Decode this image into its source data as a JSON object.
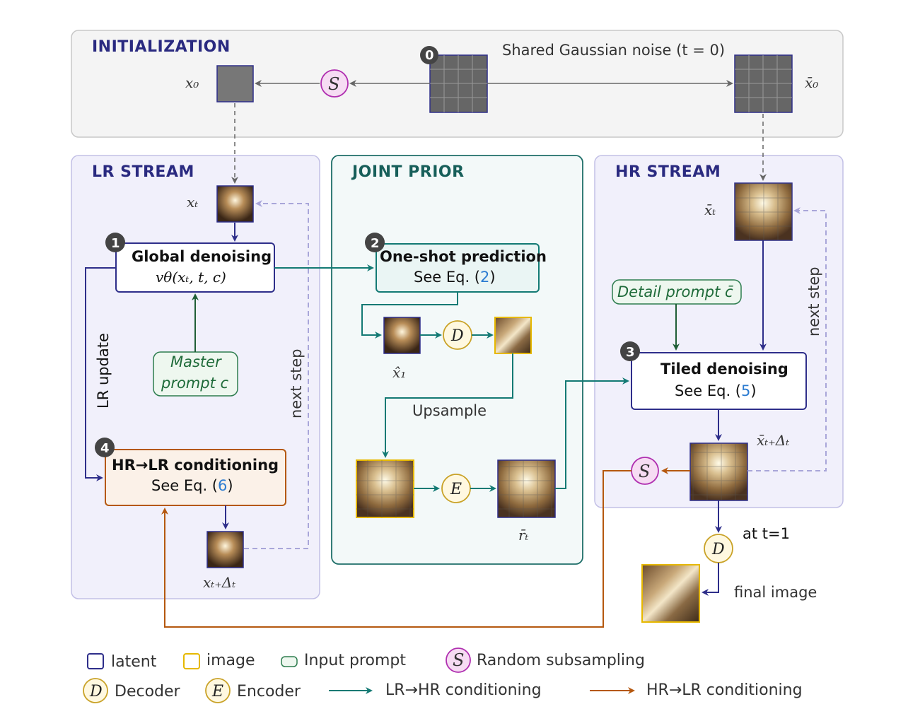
{
  "sections": {
    "init": "INITIALIZATION",
    "lr": "LR STREAM",
    "joint": "JOINT PRIOR",
    "hr": "HR STREAM"
  },
  "init": {
    "noise_label": "Shared Gaussian noise (t = 0)",
    "x0": "x₀",
    "xbar0": "x̄₀",
    "badge": "0"
  },
  "lr": {
    "xt": "xₜ",
    "global_title": "Global denoising",
    "global_sub": "vθ(xₜ, t, c)",
    "master_prompt_1": "Master",
    "master_prompt_2": "prompt c",
    "lr_update": "LR update",
    "next_step": "next step",
    "cond_title": "HR→LR conditioning",
    "cond_sub_pre": "See Eq. (",
    "cond_eq": "6",
    "cond_sub_post": ")",
    "xtdt": "xₜ₊Δₜ",
    "badge1": "1",
    "badge4": "4"
  },
  "joint": {
    "oneshot_title": "One-shot prediction",
    "oneshot_sub_pre": "See Eq. (",
    "oneshot_eq": "2",
    "oneshot_sub_post": ")",
    "xhat1": "x̂₁",
    "upsample": "Upsample",
    "rbar": "r̄ₜ",
    "badge2": "2"
  },
  "hr": {
    "xbart": "x̄ₜ",
    "detail_prompt": "Detail prompt c̄",
    "next_step": "next step",
    "tiled_title": "Tiled denoising",
    "tiled_sub_pre": "See Eq. (",
    "tiled_eq": "5",
    "tiled_sub_post": ")",
    "xbartdt": "x̄ₜ₊Δₜ",
    "at_t1": "at t=1",
    "final_image": "final image",
    "badge3": "3"
  },
  "symbols": {
    "S": "S",
    "D": "D",
    "E": "E"
  },
  "legend": {
    "latent": "latent",
    "image": "image",
    "input_prompt": "Input prompt",
    "random_subsampling": "Random subsampling",
    "decoder": "Decoder",
    "encoder": "Encoder",
    "lr_hr": "LR→HR conditioning",
    "hr_lr": "HR→LR conditioning"
  },
  "colors": {
    "latent": "#2e2e8a",
    "image": "#e6b800",
    "prompt": "#2e7d4f",
    "teal": "#137a74",
    "orange": "#b5580f",
    "purple_dash": "#a9a6d9",
    "sub_circle": "#b02fb0"
  }
}
